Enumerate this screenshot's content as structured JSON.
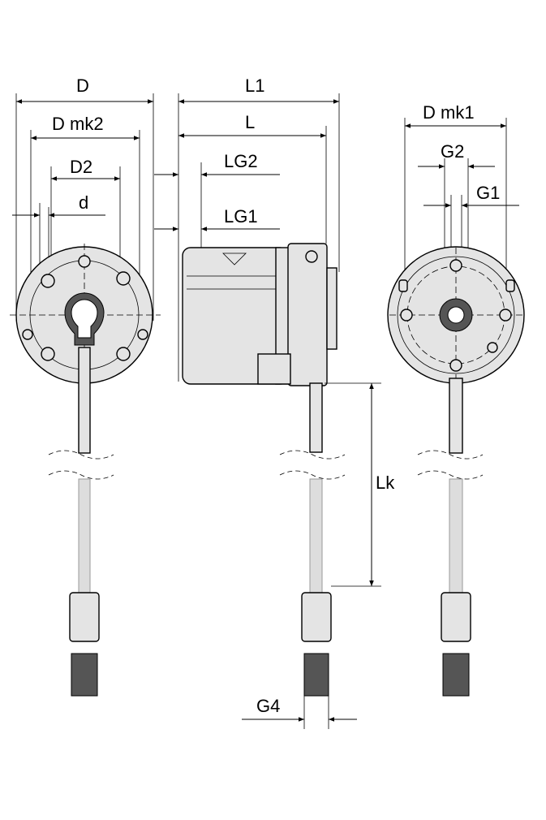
{
  "labels": {
    "D": "D",
    "D_mk2": "D mk2",
    "D2": "D2",
    "d": "d",
    "L1": "L1",
    "L": "L",
    "LG2": "LG2",
    "LG1": "LG1",
    "D_mk1": "D mk1",
    "G2": "G2",
    "G1": "G1",
    "Lk": "Lk",
    "G4": "G4"
  }
}
